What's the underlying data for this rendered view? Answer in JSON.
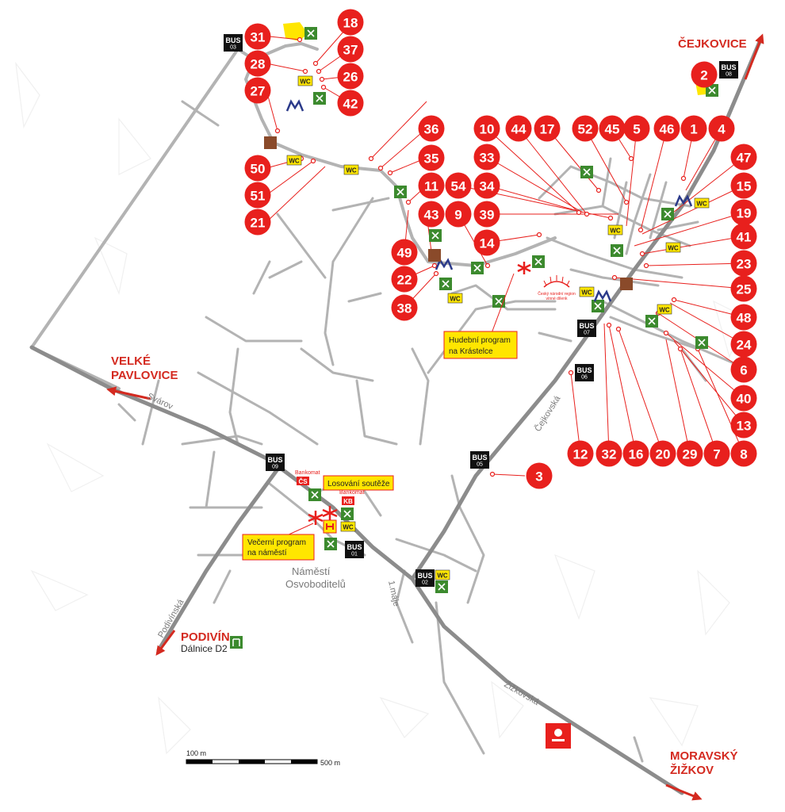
{
  "directions": {
    "cejkovice": "ČEJKOVICE",
    "velke_1": "VELKÉ",
    "velke_2": "PAVLOVICE",
    "podivin": "PODIVÍN",
    "dalnice": "Dálnice D2",
    "moravsky_1": "MORAVSKÝ",
    "moravsky_2": "ŽIŽKOV"
  },
  "streets": {
    "svarov": "Svárov",
    "cejkovska": "Čejkovská",
    "prvni_maje": "1.máje",
    "zizkovska": "Žižkovská",
    "podivinska": "Podivínská",
    "namesti_1": "Náměstí",
    "namesti_2": "Osvoboditelů"
  },
  "callouts": {
    "hudebni_1": "Hudební program",
    "hudebni_2": "na Krástelce",
    "losovani": "Losování soutěže",
    "vecerni_1": "Večerní program",
    "vecerni_2": "na náměstí"
  },
  "atm": {
    "label": "Bankomat",
    "cs": "ČS",
    "kb": "KB"
  },
  "bus": {
    "label": "BUS",
    "stops": [
      "01",
      "02",
      "03",
      "05",
      "06",
      "07",
      "08",
      "09"
    ]
  },
  "wc_label": "WC",
  "scale": {
    "left": "100 m",
    "right": "500 m"
  },
  "logo": {
    "line1": "Český národní region",
    "line2": "vínné dílenk"
  },
  "markers": [
    "1",
    "2",
    "3",
    "4",
    "5",
    "6",
    "7",
    "8",
    "9",
    "10",
    "11",
    "12",
    "13",
    "14",
    "15",
    "16",
    "17",
    "18",
    "19",
    "20",
    "21",
    "22",
    "23",
    "24",
    "25",
    "26",
    "27",
    "28",
    "29",
    "31",
    "32",
    "33",
    "34",
    "35",
    "36",
    "37",
    "38",
    "39",
    "40",
    "41",
    "42",
    "43",
    "44",
    "45",
    "46",
    "47",
    "48",
    "49",
    "50",
    "51",
    "52",
    "54"
  ],
  "colors": {
    "marker_red": "#e8201d",
    "restaurant_green": "#3c8a2e",
    "wc_yellow": "#ffe600",
    "bus_black": "#111111",
    "road_gray": "#b3b3b3"
  }
}
